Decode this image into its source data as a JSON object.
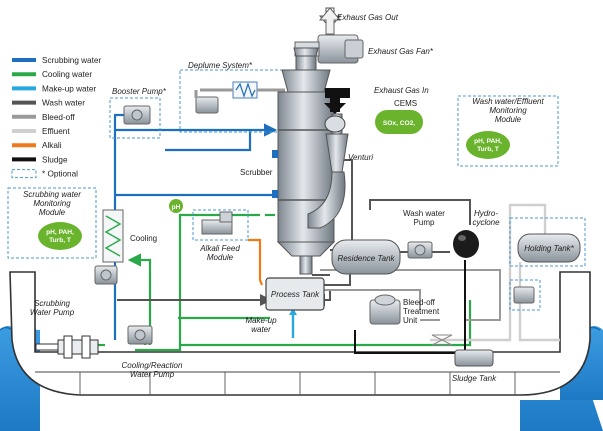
{
  "legend": {
    "items": [
      {
        "label": "Scrubbing water",
        "color": "#1f6fbf",
        "style": "solid"
      },
      {
        "label": "Cooling water",
        "color": "#2aa84a",
        "style": "solid"
      },
      {
        "label": "Make-up water",
        "color": "#29a8e0",
        "style": "solid"
      },
      {
        "label": "Wash water",
        "color": "#555555",
        "style": "solid"
      },
      {
        "label": "Bleed-off",
        "color": "#9a9a9a",
        "style": "solid"
      },
      {
        "label": "Effluent",
        "color": "#cfcfcf",
        "style": "solid"
      },
      {
        "label": "Alkali",
        "color": "#f07a1a",
        "style": "solid"
      },
      {
        "label": "Sludge",
        "color": "#111111",
        "style": "solid"
      },
      {
        "label": "* Optional",
        "color": "#4a9ad4",
        "style": "dashed"
      }
    ]
  },
  "labels": {
    "exhaust_gas_out": "Exhaust Gas Out",
    "exhaust_gas_fan": "Exhaust Gas Fan*",
    "deplume_system": "Deplume  System*",
    "booster_pump": "Booster Pump*",
    "exhaust_gas_in": "Exhaust Gas In",
    "cems": "CEMS",
    "venturi": "Venturi",
    "scrubber": "Scrubber",
    "wash_module_line1": "Wash water/Effluent",
    "wash_module_line2": "Monitoring",
    "wash_module_line3": "Module",
    "scrub_module_line1": "Scrubbing water",
    "scrub_module_line2": "Monitoring",
    "scrub_module_line3": "Module",
    "cooling": "Cooling",
    "alkali_feed_line1": "Alkali Feed",
    "alkali_feed_line2": "Module",
    "wash_water_pump_line1": "Wash water",
    "wash_water_pump_line2": "Pump",
    "hydrocyclone_line1": "Hydro-",
    "hydrocyclone_line2": "cyclone",
    "residence_tank": "Residence Tank",
    "holding_tank": "Holding Tank*",
    "process_tank": "Process Tank",
    "bleed_off_line1": "Bleed-off",
    "bleed_off_line2": "Treatment",
    "bleed_off_line3": "Unit",
    "makeup_line1": "Make-up",
    "makeup_line2": "water",
    "scrubbing_pump_line1": "Scrubbing",
    "scrubbing_pump_line2": "Water Pump",
    "cooling_pump_line1": "Cooling/Reaction",
    "cooling_pump_line2": "Water Pump",
    "sludge_tank": "Sludge Tank"
  },
  "badges": {
    "cems": "SOx, CO2,",
    "wash_line1": "pH, PAH,",
    "wash_line2": "Turb, T",
    "scrub_line1": "pH, PAH,",
    "scrub_line2": "Turb, T",
    "ph": "pH"
  },
  "colors": {
    "scrubbing_water": "#1f6fbf",
    "cooling_water": "#2aa84a",
    "makeup_water": "#29a8e0",
    "wash_water": "#555555",
    "bleed_off": "#9a9a9a",
    "effluent": "#cfcfcf",
    "alkali": "#f07a1a",
    "sludge": "#111111",
    "badge_green": "#6ab42d",
    "sea": "#2a8fd6"
  }
}
